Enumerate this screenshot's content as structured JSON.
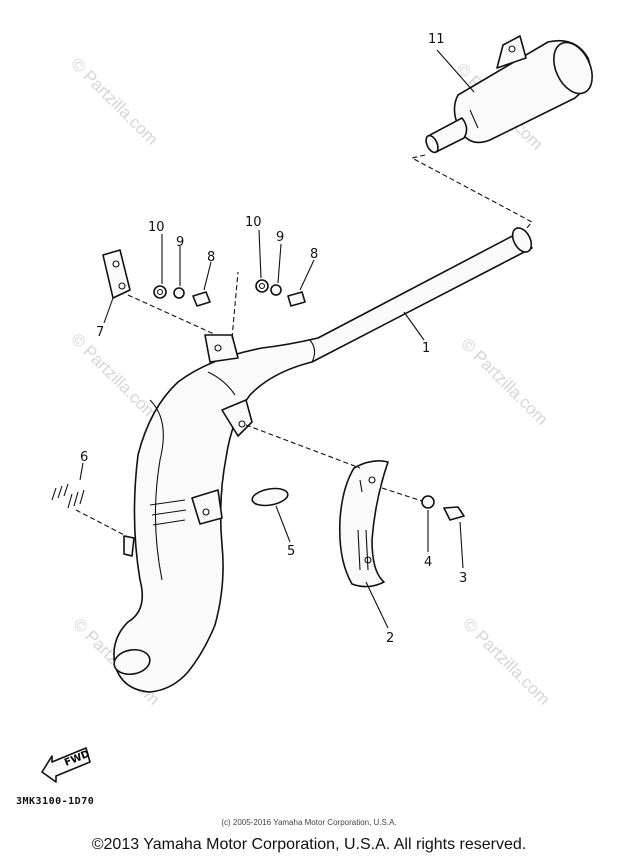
{
  "diagram": {
    "callouts": [
      {
        "id": "1",
        "label": "1"
      },
      {
        "id": "2",
        "label": "2"
      },
      {
        "id": "3",
        "label": "3"
      },
      {
        "id": "4",
        "label": "4"
      },
      {
        "id": "5",
        "label": "5"
      },
      {
        "id": "6",
        "label": "6"
      },
      {
        "id": "7",
        "label": "7"
      },
      {
        "id": "8a",
        "label": "8"
      },
      {
        "id": "9a",
        "label": "9"
      },
      {
        "id": "10a",
        "label": "10"
      },
      {
        "id": "8b",
        "label": "8"
      },
      {
        "id": "9b",
        "label": "9"
      },
      {
        "id": "10b",
        "label": "10"
      },
      {
        "id": "11",
        "label": "11"
      }
    ],
    "fwd_label": "FWD",
    "diagram_code": "3MK3100-1D70",
    "internal_copyright": "(c) 2005-2016 Yamaha Motor Corporation, U.S.A.",
    "watermark_text": "© Partzilla.com",
    "footer": "©2013 Yamaha Motor Corporation, U.S.A. All rights reserved."
  }
}
